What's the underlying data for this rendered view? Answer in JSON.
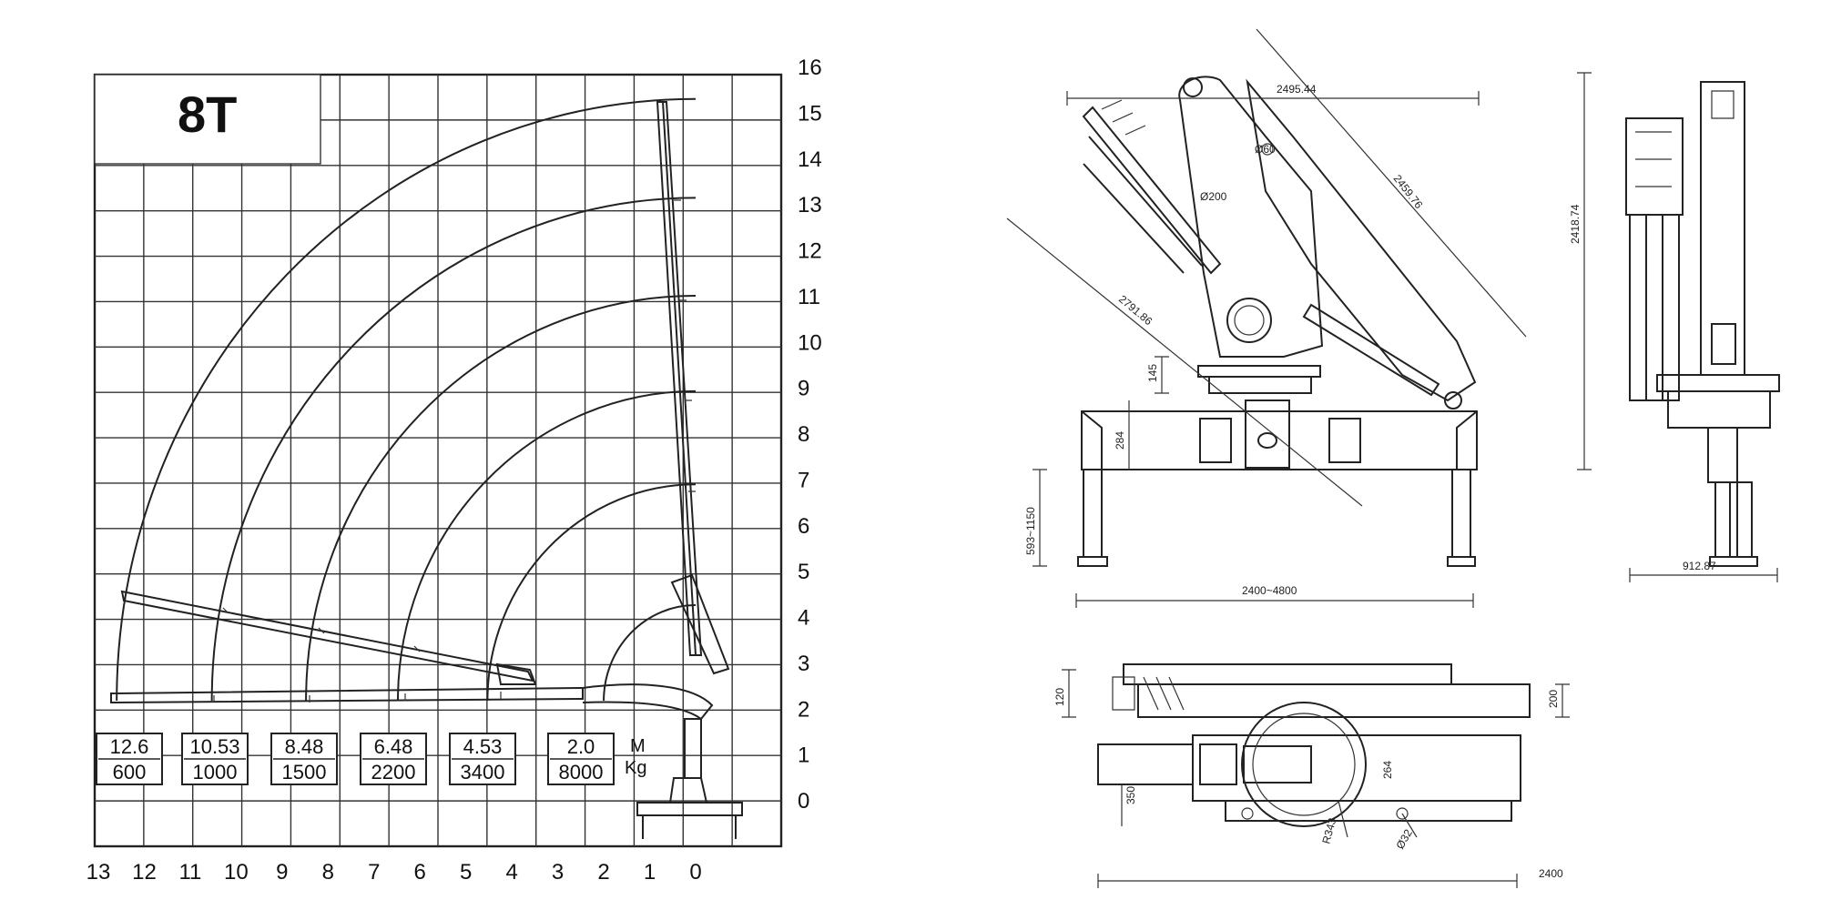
{
  "load_chart": {
    "title": "8T",
    "y_ticks": [
      "0",
      "1",
      "2",
      "3",
      "4",
      "5",
      "6",
      "7",
      "8",
      "9",
      "10",
      "11",
      "12",
      "13",
      "14",
      "15",
      "16"
    ],
    "x_ticks": [
      "13",
      "12",
      "11",
      "10",
      "9",
      "8",
      "7",
      "6",
      "5",
      "4",
      "3",
      "2",
      "1",
      "0"
    ],
    "capacity_table": [
      {
        "reach": "12.6",
        "load": "600"
      },
      {
        "reach": "10.53",
        "load": "1000"
      },
      {
        "reach": "8.48",
        "load": "1500"
      },
      {
        "reach": "6.48",
        "load": "2200"
      },
      {
        "reach": "4.53",
        "load": "3400"
      },
      {
        "reach": "2.0",
        "load": "8000"
      }
    ],
    "units": {
      "reach": "M",
      "load": "Kg"
    }
  },
  "side_view": {
    "dims": {
      "top_width": "2495.44",
      "height": "2418.74",
      "boom_length": "2459.76",
      "diagonal": "2791.86",
      "pin_small": "Ø60",
      "pin_large": "Ø200",
      "base_h1": "145",
      "base_h2": "284",
      "leg_range": "593~1150",
      "span": "2400~4800"
    }
  },
  "end_view": {
    "dims": {
      "width": "912.87"
    }
  },
  "top_view": {
    "dims": {
      "h120": "120",
      "h200": "200",
      "h264": "264",
      "h350": "350",
      "slew_dia": "R343",
      "hole_dia": "Ø32",
      "length": "2400"
    }
  }
}
